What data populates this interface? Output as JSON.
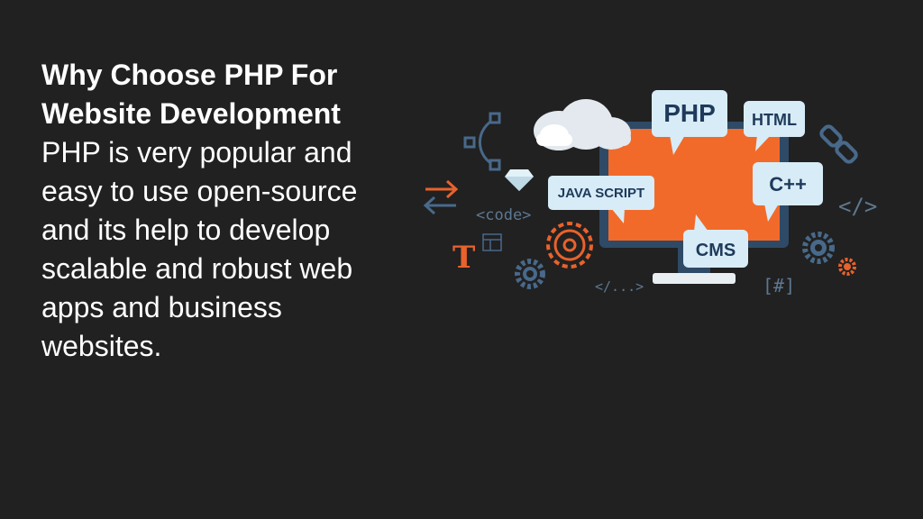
{
  "slide": {
    "title": "Why Choose PHP For Website Development",
    "body": "PHP is very popular and easy to use open-source and its help to  develop scalable and robust web apps and business websites."
  },
  "illustration": {
    "bubbles": {
      "php": "PHP",
      "html": "HTML",
      "javascript": "JAVA SCRIPT",
      "cpp": "C++",
      "cms": "CMS"
    },
    "symbols": {
      "code_tag": "<code>",
      "close_tag": "</>",
      "ellipsis_tag": "</...>",
      "hash": "[#]",
      "type": "T"
    },
    "colors": {
      "background": "#212121",
      "monitor_screen": "#f26a2a",
      "monitor_frame": "#2e4a66",
      "bubble": "#d7ecf7",
      "accent_orange": "#e8622c",
      "accent_blue": "#48698a"
    }
  }
}
